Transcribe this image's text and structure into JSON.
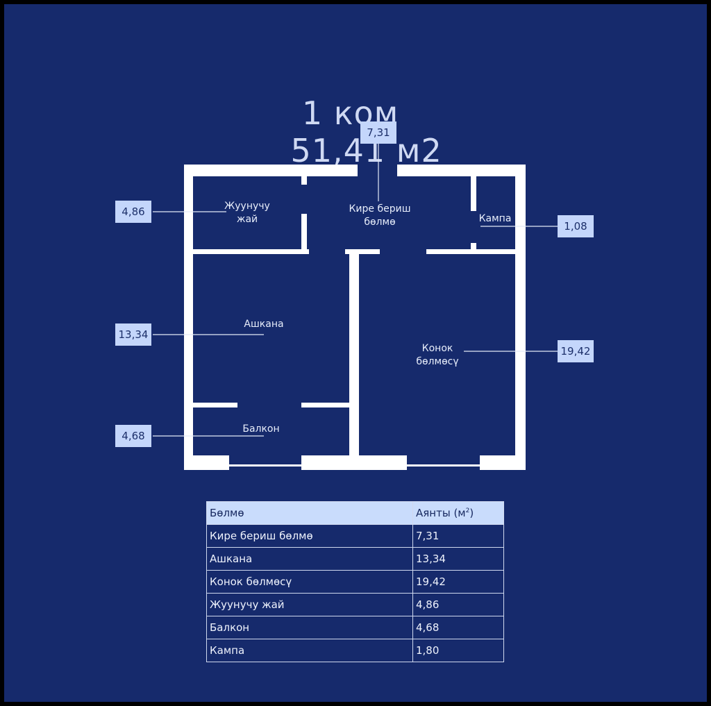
{
  "title": {
    "rooms": "1 ком",
    "total_area": "51,41 м2"
  },
  "plan": {
    "rooms": [
      {
        "id": "entry",
        "label_line1": "Кире бериш",
        "label_line2": "бөлмө",
        "area": "7,31"
      },
      {
        "id": "bathroom",
        "label_line1": "Жуунучу",
        "label_line2": "жай",
        "area": "4,86"
      },
      {
        "id": "closet",
        "label_line1": "Кампа",
        "label_line2": "",
        "area": "1,08"
      },
      {
        "id": "kitchen",
        "label_line1": "Ашкана",
        "label_line2": "",
        "area": "13,34"
      },
      {
        "id": "living",
        "label_line1": "Конок",
        "label_line2": "бөлмөсү",
        "area": "19,42"
      },
      {
        "id": "balcony",
        "label_line1": "Балкон",
        "label_line2": "",
        "area": "4,68"
      }
    ]
  },
  "table": {
    "header_room": "Бөлмө",
    "header_area": "Аянты (м",
    "header_area_sup": "2",
    "header_area_close": ")",
    "rows": [
      {
        "room": "Кире бериш бөлмө",
        "area": "7,31"
      },
      {
        "room": "Ашкана",
        "area": "13,34"
      },
      {
        "room": "Конок бөлмөсү",
        "area": "19,42"
      },
      {
        "room": "Жуунучу жай",
        "area": "4,86"
      },
      {
        "room": "Балкон",
        "area": "4,68"
      },
      {
        "room": "Кампа",
        "area": "1,80"
      }
    ]
  },
  "colors": {
    "background": "#162a6c",
    "badge": "#c4d6fb",
    "wall": "#ffffff",
    "header_fill": "#c9dcfc"
  }
}
